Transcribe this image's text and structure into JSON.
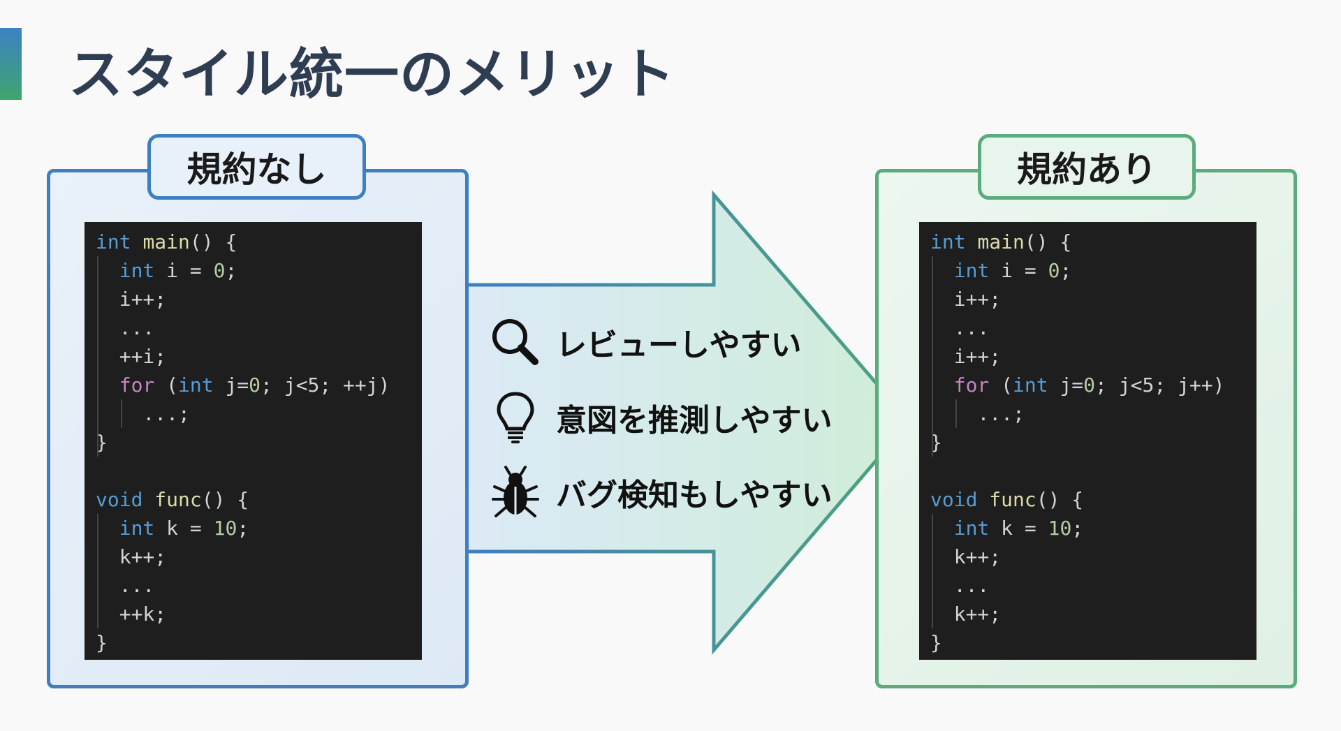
{
  "title": "スタイル統一のメリット",
  "colors": {
    "left_accent": "#3d7fc0",
    "right_accent": "#5aab7e"
  },
  "left_panel": {
    "label": "規約なし",
    "code": [
      {
        "indent": 0,
        "tokens": [
          [
            "int",
            "kw"
          ],
          [
            " ",
            "txt"
          ],
          [
            "main",
            "fn"
          ],
          [
            "() {",
            "txt"
          ]
        ]
      },
      {
        "indent": 1,
        "tokens": [
          [
            "int",
            "kw"
          ],
          [
            " i = ",
            "txt"
          ],
          [
            "0",
            "num"
          ],
          [
            ";",
            "txt"
          ]
        ]
      },
      {
        "indent": 1,
        "tokens": [
          [
            "i++;",
            "txt"
          ]
        ]
      },
      {
        "indent": 1,
        "tokens": [
          [
            "...",
            "txt"
          ]
        ]
      },
      {
        "indent": 1,
        "tokens": [
          [
            "++i;",
            "txt"
          ]
        ]
      },
      {
        "indent": 1,
        "tokens": [
          [
            "for",
            "ctl"
          ],
          [
            " (",
            "txt"
          ],
          [
            "int",
            "kw"
          ],
          [
            " j=",
            "txt"
          ],
          [
            "0",
            "num"
          ],
          [
            "; j<5; ++j)",
            "txt"
          ]
        ]
      },
      {
        "indent": 2,
        "tokens": [
          [
            "...;",
            "txt"
          ]
        ]
      },
      {
        "indent": 0,
        "tokens": [
          [
            "}",
            "txt"
          ]
        ]
      },
      {
        "indent": 0,
        "tokens": []
      },
      {
        "indent": 0,
        "tokens": [
          [
            "void",
            "kw"
          ],
          [
            " ",
            "txt"
          ],
          [
            "func",
            "fn"
          ],
          [
            "() {",
            "txt"
          ]
        ]
      },
      {
        "indent": 1,
        "tokens": [
          [
            "int",
            "kw"
          ],
          [
            " k = ",
            "txt"
          ],
          [
            "10",
            "num"
          ],
          [
            ";",
            "txt"
          ]
        ]
      },
      {
        "indent": 1,
        "tokens": [
          [
            "k++;",
            "txt"
          ]
        ]
      },
      {
        "indent": 1,
        "tokens": [
          [
            "...",
            "txt"
          ]
        ]
      },
      {
        "indent": 1,
        "tokens": [
          [
            "++k;",
            "txt"
          ]
        ]
      },
      {
        "indent": 0,
        "tokens": [
          [
            "}",
            "txt"
          ]
        ]
      }
    ]
  },
  "right_panel": {
    "label": "規約あり",
    "code": [
      {
        "indent": 0,
        "tokens": [
          [
            "int",
            "kw"
          ],
          [
            " ",
            "txt"
          ],
          [
            "main",
            "fn"
          ],
          [
            "() {",
            "txt"
          ]
        ]
      },
      {
        "indent": 1,
        "tokens": [
          [
            "int",
            "kw"
          ],
          [
            " i = ",
            "txt"
          ],
          [
            "0",
            "num"
          ],
          [
            ";",
            "txt"
          ]
        ]
      },
      {
        "indent": 1,
        "tokens": [
          [
            "i++;",
            "txt"
          ]
        ]
      },
      {
        "indent": 1,
        "tokens": [
          [
            "...",
            "txt"
          ]
        ]
      },
      {
        "indent": 1,
        "tokens": [
          [
            "i++;",
            "txt"
          ]
        ]
      },
      {
        "indent": 1,
        "tokens": [
          [
            "for",
            "ctl"
          ],
          [
            " (",
            "txt"
          ],
          [
            "int",
            "kw"
          ],
          [
            " j=",
            "txt"
          ],
          [
            "0",
            "num"
          ],
          [
            "; j<5; j++)",
            "txt"
          ]
        ]
      },
      {
        "indent": 2,
        "tokens": [
          [
            "...;",
            "txt"
          ]
        ]
      },
      {
        "indent": 0,
        "tokens": [
          [
            "}",
            "txt"
          ]
        ]
      },
      {
        "indent": 0,
        "tokens": []
      },
      {
        "indent": 0,
        "tokens": [
          [
            "void",
            "kw"
          ],
          [
            " ",
            "txt"
          ],
          [
            "func",
            "fn"
          ],
          [
            "() {",
            "txt"
          ]
        ]
      },
      {
        "indent": 1,
        "tokens": [
          [
            "int",
            "kw"
          ],
          [
            " k = ",
            "txt"
          ],
          [
            "10",
            "num"
          ],
          [
            ";",
            "txt"
          ]
        ]
      },
      {
        "indent": 1,
        "tokens": [
          [
            "k++;",
            "txt"
          ]
        ]
      },
      {
        "indent": 1,
        "tokens": [
          [
            "...",
            "txt"
          ]
        ]
      },
      {
        "indent": 1,
        "tokens": [
          [
            "k++;",
            "txt"
          ]
        ]
      },
      {
        "indent": 0,
        "tokens": [
          [
            "}",
            "txt"
          ]
        ]
      }
    ]
  },
  "benefits": [
    {
      "icon": "magnifier-icon",
      "text": "レビューしやすい"
    },
    {
      "icon": "lightbulb-icon",
      "text": "意図を推測しやすい"
    },
    {
      "icon": "bug-icon",
      "text": "バグ検知もしやすい"
    }
  ]
}
